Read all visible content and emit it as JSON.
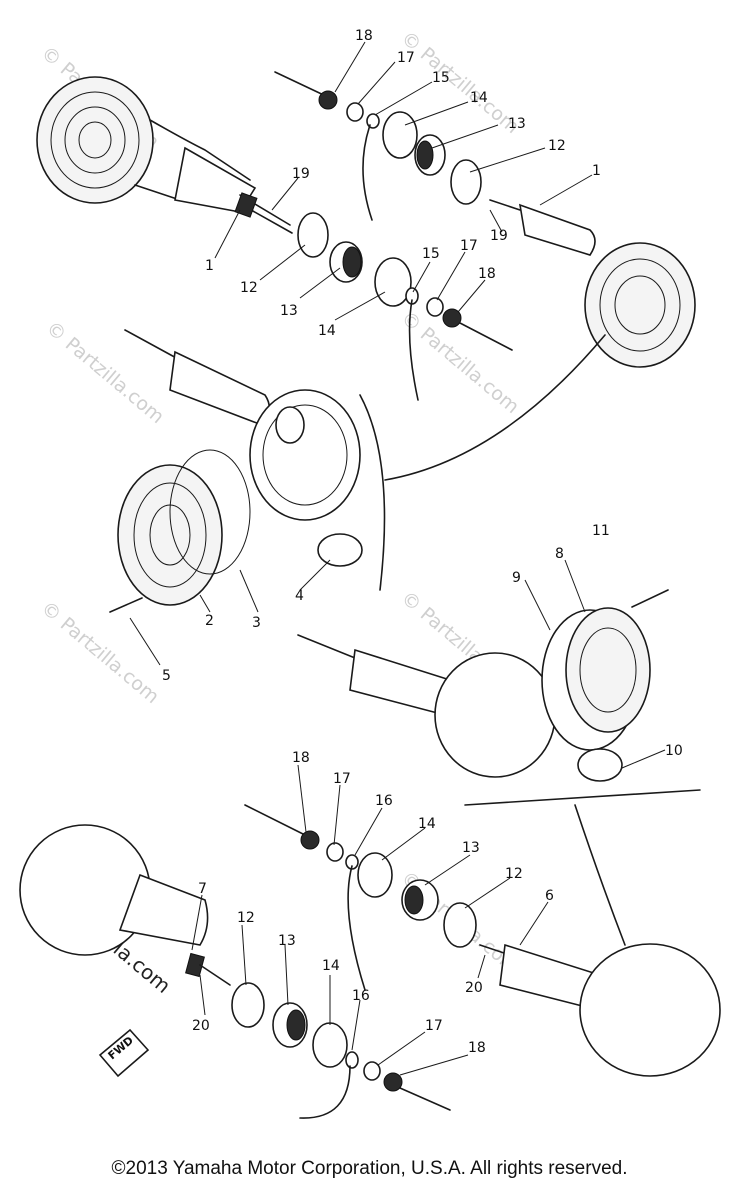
{
  "watermark": {
    "text": "© Partzilla.com",
    "prominent_text": "© Partzilla.com"
  },
  "direction_marker": "FWD",
  "copyright": "©2013  Yamaha Motor Corporation, U.S.A. All rights reserved.",
  "callouts": {
    "c1a": "1",
    "c1b": "1",
    "c2": "2",
    "c3": "3",
    "c4": "4",
    "c5": "5",
    "c6": "6",
    "c7": "7",
    "c8": "8",
    "c9": "9",
    "c10": "10",
    "c11": "11",
    "c12a": "12",
    "c12b": "12",
    "c12c": "12",
    "c12d": "12",
    "c13a": "13",
    "c13b": "13",
    "c13c": "13",
    "c13d": "13",
    "c14a": "14",
    "c14b": "14",
    "c14c": "14",
    "c14d": "14",
    "c15a": "15",
    "c15b": "15",
    "c16a": "16",
    "c16b": "16",
    "c17a": "17",
    "c17b": "17",
    "c17c": "17",
    "c17d": "17",
    "c18a": "18",
    "c18b": "18",
    "c18c": "18",
    "c18d": "18",
    "c19a": "19",
    "c19b": "19",
    "c20a": "20",
    "c20b": "20"
  }
}
